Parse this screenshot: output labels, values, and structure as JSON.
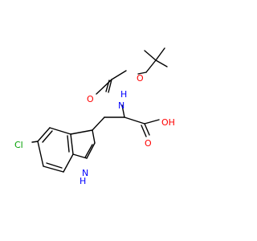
{
  "atoms": {
    "chlorine": "Cl",
    "indole_nh": "H",
    "indole_n": "N",
    "carbamate_nh": "H",
    "carbamate_n": "N",
    "ester_o": "O",
    "carbonyl_o": "O",
    "acid_o": "O",
    "acid_oh": "OH"
  },
  "colors": {
    "bond": "#000000",
    "nitrogen": "#0000ff",
    "oxygen": "#ff0000",
    "chlorine": "#00a000"
  }
}
